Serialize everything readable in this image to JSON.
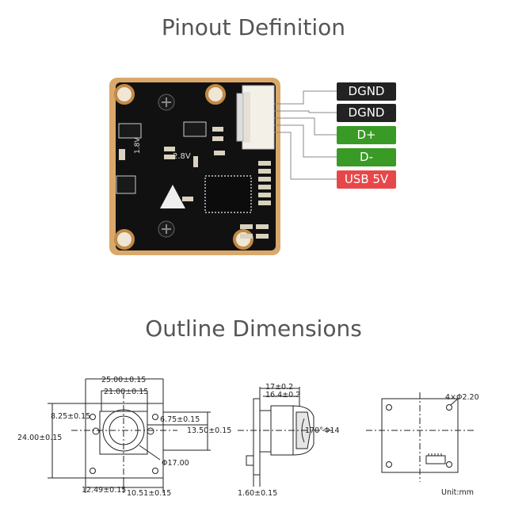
{
  "titles": {
    "pinout": "Pinout Definition",
    "outline": "Outline Dimensions"
  },
  "pins": [
    {
      "label": "DGND",
      "color": "#222222"
    },
    {
      "label": "DGND",
      "color": "#222222"
    },
    {
      "label": "D+",
      "color": "#3a9a26"
    },
    {
      "label": "D-",
      "color": "#3a9a26"
    },
    {
      "label": "USB 5V",
      "color": "#e8474a"
    }
  ],
  "board": {
    "silk_1v8": "1.8V",
    "silk_2v8": "2.8V"
  },
  "dimensions": {
    "front": {
      "width_outer": "25.00±0.15",
      "width_inner": "21.00±0.15",
      "left_offset": "8.25±0.15",
      "right_offset": "6.75±0.15",
      "height": "24.00±0.15",
      "height_inner": "13.50±0.15",
      "lens_dia": "Φ17.00",
      "bottom_left": "12.49±0.15",
      "bottom_right": "10.51±0.15"
    },
    "side": {
      "depth_outer": "17±0.2",
      "depth_inner": "16.4±0.2",
      "fov": "170°",
      "lens_dia": "Φ14",
      "pcb_thickness": "1.60±0.15"
    },
    "back": {
      "holes": "4×Φ2.20",
      "unit": "Unit:mm"
    }
  }
}
